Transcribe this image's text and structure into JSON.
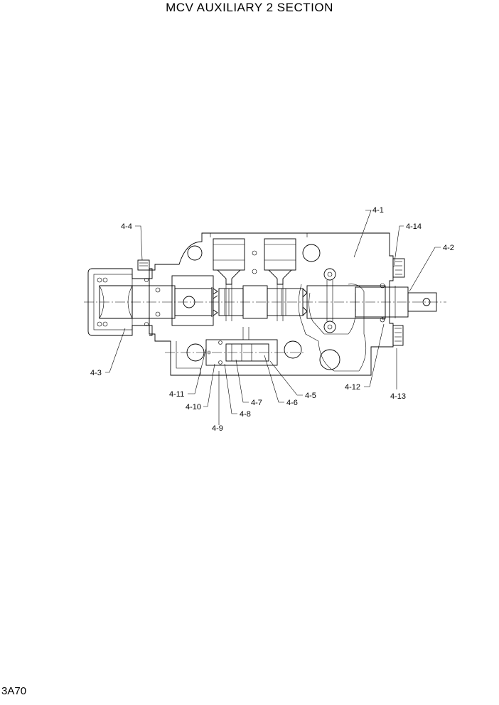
{
  "title": "MCV AUXILIARY 2  SECTION",
  "page_code": "3A70",
  "callouts": {
    "c4_1": "4-1",
    "c4_2": "4-2",
    "c4_3": "4-3",
    "c4_4": "4-4",
    "c4_5": "4-5",
    "c4_6": "4-6",
    "c4_7": "4-7",
    "c4_8": "4-8",
    "c4_9": "4-9",
    "c4_10": "4-10",
    "c4_11": "4-11",
    "c4_12": "4-12",
    "c4_13": "4-13",
    "c4_14": "4-14"
  }
}
